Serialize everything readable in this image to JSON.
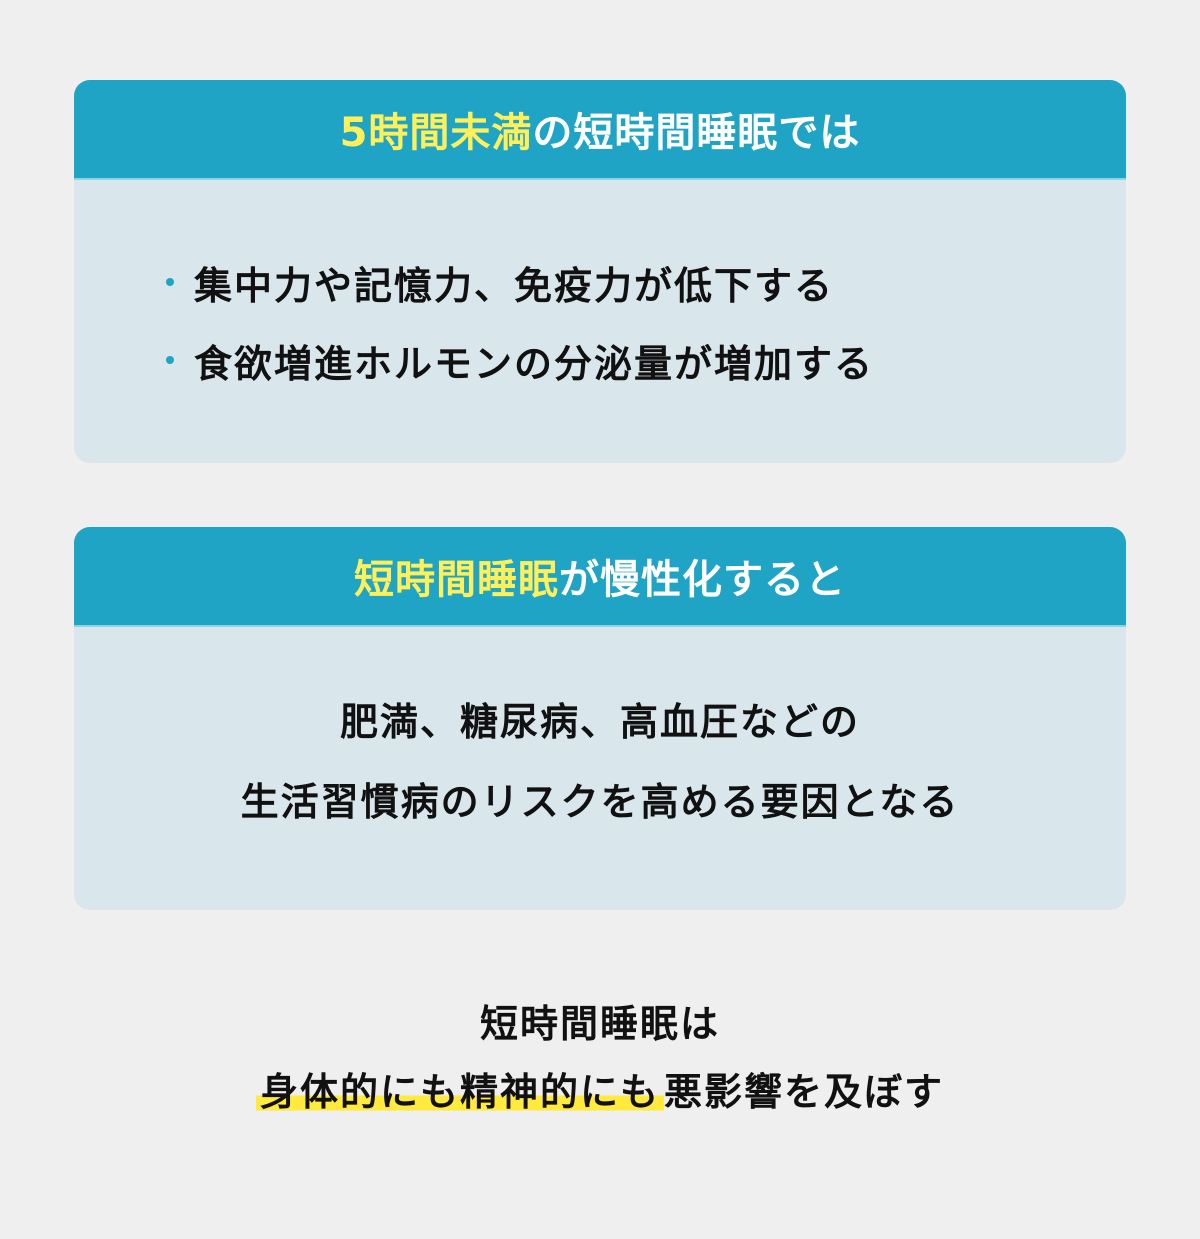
{
  "colors": {
    "background": "#efefef",
    "card_body": "#d9e6ec",
    "card_header": "#20a4c5",
    "header_highlight_text": "#fff05a",
    "header_text": "#ffffff",
    "bullet_dot": "#20a4c5",
    "marker": "#ffea3d",
    "body_text": "#111111"
  },
  "card1": {
    "title_highlight": "5時間未満",
    "title_rest": "の短時間睡眠では",
    "bullets": [
      "集中力や記憶力、免疫力が低下する",
      "食欲増進ホルモンの分泌量が増加する"
    ]
  },
  "card2": {
    "title_highlight": "短時間睡眠",
    "title_rest": "が慢性化すると",
    "lines": [
      "肥満、糖尿病、高血圧などの",
      "生活習慣病のリスクを高める要因となる"
    ]
  },
  "summary": {
    "line1": "短時間睡眠は",
    "line2_marked": "身体的にも精神的にも",
    "line2_rest": "悪影響を及ぼす"
  }
}
